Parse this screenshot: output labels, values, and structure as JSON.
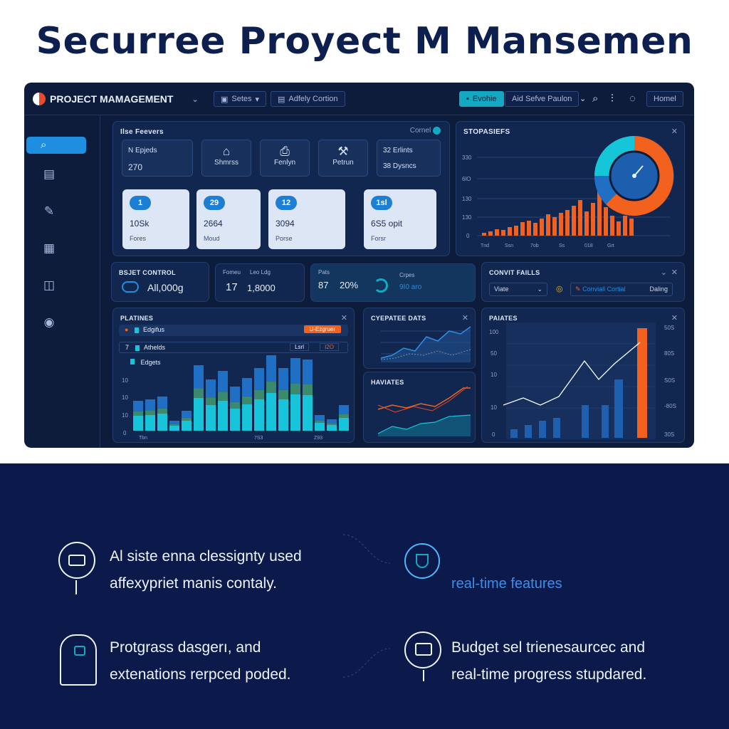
{
  "page": {
    "title": "Securree Proyect M Mansemen"
  },
  "topbar": {
    "brand": "PROJECT MAMAGEMENT",
    "filter1": "Setes",
    "filter2": "Adfely Cortion",
    "action_accent": "Evohie",
    "action2": "Aid Sefve Paulon",
    "home": "Homel"
  },
  "sidebar": {
    "items": [
      "search-icon",
      "document-icon",
      "edit-icon",
      "folder-icon",
      "chat-icon",
      "help-icon"
    ]
  },
  "features_panel": {
    "title": "Ilse Feevers",
    "link": "Cornel",
    "mini_cards": [
      {
        "line1": "N Epjeds",
        "line2": "270"
      },
      {
        "label": "Shmrss"
      },
      {
        "label": "Fenlyn"
      },
      {
        "label": "Petrun"
      },
      {
        "line1": "32 Erlints",
        "line2": "38 Dysncs"
      }
    ],
    "stat_cards": [
      {
        "badge": "1",
        "value": "10Sk",
        "label": "Fores"
      },
      {
        "badge": "29",
        "value": "2664",
        "label": "Moud"
      },
      {
        "badge": "12",
        "value": "3094",
        "label": "Porse"
      },
      {
        "badge": "1sl",
        "value": "6S5 opit",
        "label": "Forsr"
      }
    ]
  },
  "stopasiers_panel": {
    "title": "STOPASIEFS",
    "y_ticks": [
      "330",
      "6lO",
      "130",
      "130",
      "0"
    ],
    "x_ticks": [
      "Tnd",
      "Ssn",
      "7ob",
      "Ss",
      "018",
      "Grt"
    ]
  },
  "budget_panel": {
    "title": "BSJET CONTROL",
    "value": "All,000g"
  },
  "mid_card1": {
    "label1": "Fomeu",
    "label2": "Leo Ldg",
    "v1": "17",
    "v2": "1,8000"
  },
  "mid_card2": {
    "label1": "Pats",
    "v1": "87",
    "v2": "20%",
    "label2": "Crpes",
    "v3": "9I0 aro"
  },
  "convit_panel": {
    "title": "CONVIT FAILLS",
    "select": "Viate",
    "link": "Conviall Cortial",
    "button": "Daling"
  },
  "platines_panel": {
    "title": "PLATINES",
    "legend": [
      {
        "label": "Edgifus",
        "badge": "U-Ezgruer"
      },
      {
        "label": "Athelds",
        "badge1": "Lsrl",
        "badge2": "I2O"
      },
      {
        "label": "Edgets"
      }
    ],
    "y_ticks": [
      "10",
      "10",
      "10",
      "0"
    ],
    "x_ticks": [
      "Tbn",
      "7S3",
      "Z93"
    ]
  },
  "cyepatee_panel": {
    "title": "CYEPATEE DATS"
  },
  "haviates_panel": {
    "title": "HAVIATES"
  },
  "paiates_panel": {
    "title": "PAIATES",
    "y_left": [
      "100",
      "50",
      "10",
      "10",
      "0"
    ],
    "y_right": [
      "50S",
      "80S",
      "S0S",
      "-80S",
      "30S"
    ]
  },
  "footer": {
    "feature1_line1": "Al siste enna clessignty used",
    "feature1_line2": "affexypriet manis contaly.",
    "feature2": "real-time features",
    "feature3_line1": "Protgrass dasgerı, and",
    "feature3_line2": "extenations rerpced poded.",
    "feature4_line1": "Budget sel trienesaurcec and",
    "feature4_line2": "real-time progress stupdared."
  },
  "colors": {
    "accent_cyan": "#14a9c2",
    "accent_orange": "#f2611e",
    "bar_blue": "#1f6fc4",
    "bar_teal": "#17c4d9",
    "navy": "#0c1a4b"
  }
}
